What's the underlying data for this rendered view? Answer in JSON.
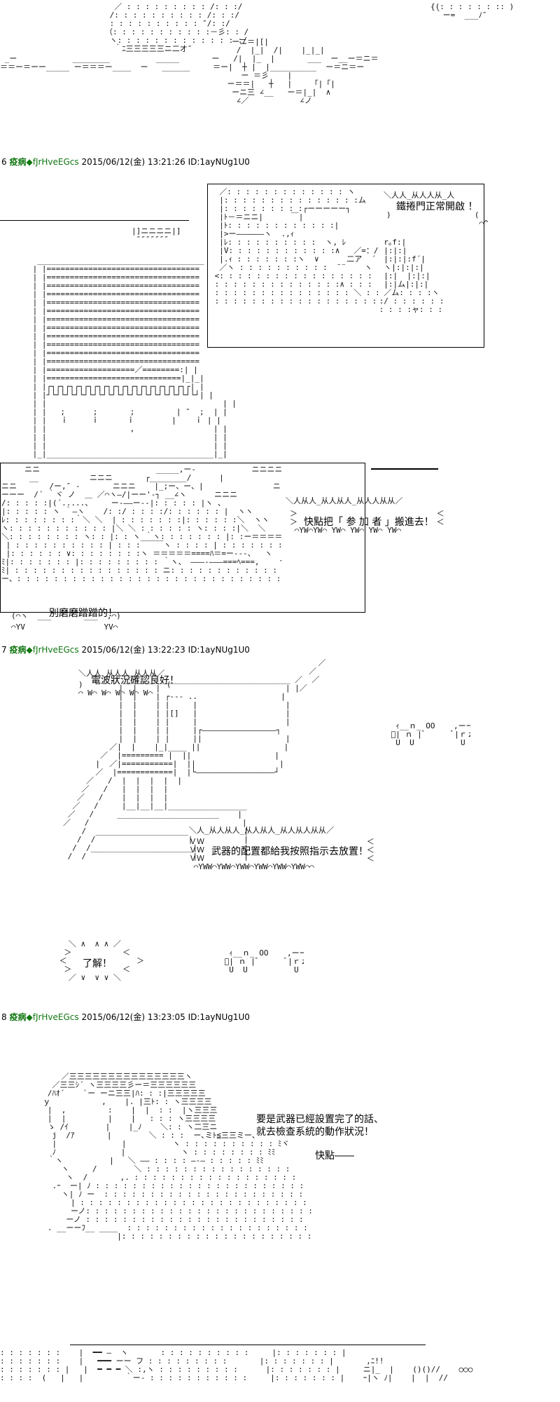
{
  "colors": {
    "name": "#117711",
    "text": "#000000",
    "background": "#ffffff"
  },
  "posts": [
    {
      "number": "6",
      "name": "疫病",
      "trip": "◆fJrHveEGcs",
      "datetime": "2015/06/12(金) 13:21:26",
      "id": "ID:1ayNUg1U0"
    },
    {
      "number": "7",
      "name": "疫病",
      "trip": "◆fJrHveEGcs",
      "datetime": "2015/06/12(金) 13:22:23",
      "id": "ID:1ayNUg1U0"
    },
    {
      "number": "8",
      "name": "疫病",
      "trip": "◆fJrHveEGcs",
      "datetime": "2015/06/12(金) 13:23:05",
      "id": "ID:1ayNUg1U0"
    }
  ],
  "dialogue": {
    "gate_open": "鐵捲門正常開啟 ！",
    "put_participants": "快點把「 参 加 者 」搬進去！",
    "dont_dawdle": "別磨磨蹭蹭的！",
    "signal_good": "電波狀況確認良好！",
    "place_weapons": "武器的配置都給我按照指示去放置！",
    "understood": "了解！",
    "check_system_1": "要是武器已經設置完了的話、",
    "check_system_2": "就去檢查系統的動作狀況！",
    "hurry": "快點――"
  }
}
